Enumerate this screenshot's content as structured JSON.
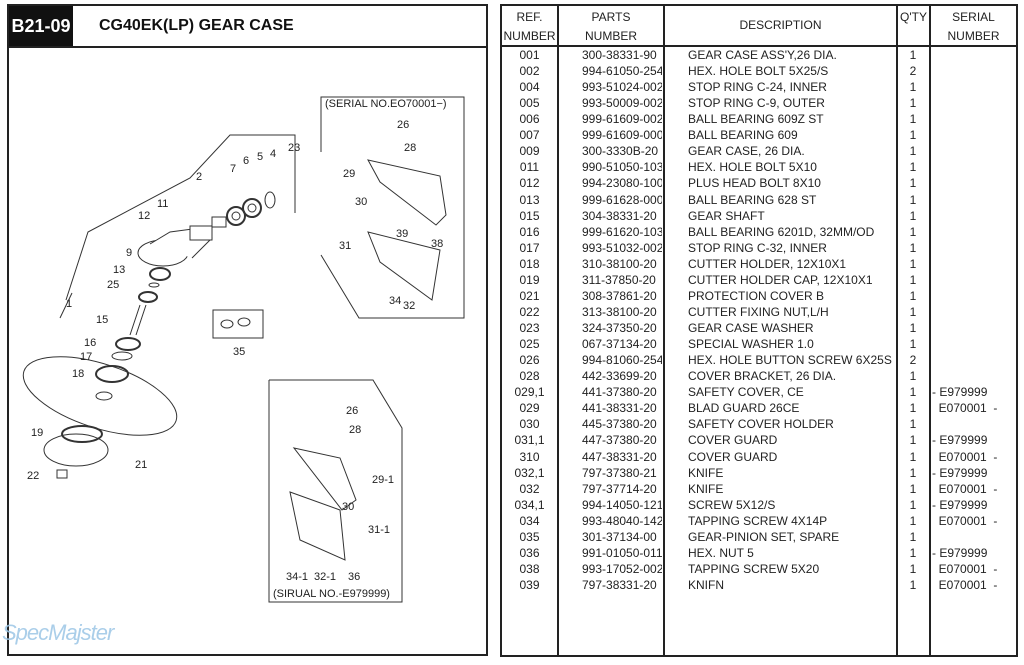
{
  "header": {
    "code": "B21-09",
    "title": "CG40EK(LP)  GEAR CASE"
  },
  "diagram": {
    "upper_box_title": "(SERIAL NO.EO70001−)",
    "lower_box_title": "(SIRUAL NO.-E979999)",
    "callouts": [
      "2",
      "11",
      "12",
      "7",
      "6",
      "5",
      "4",
      "23",
      "9",
      "13",
      "25",
      "1",
      "15",
      "16",
      "17",
      "18",
      "19",
      "21",
      "22",
      "35",
      "26",
      "28",
      "29",
      "30",
      "31",
      "39",
      "38",
      "34",
      "32",
      "26",
      "28",
      "29-1",
      "30",
      "31-1",
      "34-1",
      "32-1",
      "36"
    ]
  },
  "watermark": "SpecMajster",
  "table": {
    "headers": {
      "ref1": "REF.",
      "ref2": "NUMBER",
      "part1": "PARTS",
      "part2": "NUMBER",
      "desc": "DESCRIPTION",
      "qty": "Q'TY",
      "ser1": "SERIAL",
      "ser2": "NUMBER"
    },
    "rows": [
      {
        "ref": "001",
        "part": "300-38331-90",
        "desc": "GEAR CASE ASS'Y,26 DIA.",
        "qty": "1",
        "serial": ""
      },
      {
        "ref": "002",
        "part": "994-61050-254",
        "desc": "HEX. HOLE BOLT 5X25/S",
        "qty": "2",
        "serial": ""
      },
      {
        "ref": "004",
        "part": "993-51024-002",
        "desc": "STOP RING C-24, INNER",
        "qty": "1",
        "serial": ""
      },
      {
        "ref": "005",
        "part": "993-50009-002",
        "desc": "STOP RING C-9, OUTER",
        "qty": "1",
        "serial": ""
      },
      {
        "ref": "006",
        "part": "999-61609-002",
        "desc": "BALL BEARING 609Z ST",
        "qty": "1",
        "serial": ""
      },
      {
        "ref": "007",
        "part": "999-61609-000",
        "desc": "BALL BEARING 609",
        "qty": "1",
        "serial": ""
      },
      {
        "ref": "009",
        "part": "300-3330B-20",
        "desc": "GEAR CASE, 26 DIA.",
        "qty": "1",
        "serial": ""
      },
      {
        "ref": "011",
        "part": "990-51050-103",
        "desc": "HEX. HOLE BOLT 5X10",
        "qty": "1",
        "serial": ""
      },
      {
        "ref": "012",
        "part": "994-23080-100",
        "desc": "PLUS HEAD BOLT 8X10",
        "qty": "1",
        "serial": ""
      },
      {
        "ref": "013",
        "part": "999-61628-000",
        "desc": "BALL BEARING 628 ST",
        "qty": "1",
        "serial": ""
      },
      {
        "ref": "015",
        "part": "304-38331-20",
        "desc": "GEAR SHAFT",
        "qty": "1",
        "serial": ""
      },
      {
        "ref": "016",
        "part": "999-61620-103",
        "desc": "BALL BEARING 6201D, 32MM/OD",
        "qty": "1",
        "serial": ""
      },
      {
        "ref": "017",
        "part": "993-51032-002",
        "desc": "STOP RING C-32, INNER",
        "qty": "1",
        "serial": ""
      },
      {
        "ref": "018",
        "part": "310-38100-20",
        "desc": "CUTTER HOLDER, 12X10X1",
        "qty": "1",
        "serial": ""
      },
      {
        "ref": "019",
        "part": "311-37850-20",
        "desc": "CUTTER HOLDER CAP, 12X10X1",
        "qty": "1",
        "serial": ""
      },
      {
        "ref": "021",
        "part": "308-37861-20",
        "desc": "PROTECTION COVER B",
        "qty": "1",
        "serial": ""
      },
      {
        "ref": "022",
        "part": "313-38100-20",
        "desc": "CUTTER FIXING NUT,L/H",
        "qty": "1",
        "serial": ""
      },
      {
        "ref": "023",
        "part": "324-37350-20",
        "desc": "GEAR CASE WASHER",
        "qty": "1",
        "serial": ""
      },
      {
        "ref": "025",
        "part": "067-37134-20",
        "desc": "SPECIAL WASHER 1.0",
        "qty": "1",
        "serial": ""
      },
      {
        "ref": "026",
        "part": "994-81060-254",
        "desc": "HEX. HOLE BUTTON SCREW 6X25S",
        "qty": "2",
        "serial": ""
      },
      {
        "ref": "028",
        "part": "442-33699-20",
        "desc": "COVER BRACKET, 26 DIA.",
        "qty": "1",
        "serial": ""
      },
      {
        "ref": "029,1",
        "part": "441-37380-20",
        "desc": "SAFETY COVER, CE",
        "qty": "1",
        "serial": "- E979999"
      },
      {
        "ref": "029",
        "part": "441-38331-20",
        "desc": "BLAD GUARD 26CE",
        "qty": "1",
        "serial": "  E070001  -"
      },
      {
        "ref": "030",
        "part": "445-37380-20",
        "desc": "SAFETY COVER HOLDER",
        "qty": "1",
        "serial": ""
      },
      {
        "ref": "031,1",
        "part": "447-37380-20",
        "desc": "COVER GUARD",
        "qty": "1",
        "serial": "- E979999"
      },
      {
        "ref": "310",
        "part": "447-38331-20",
        "desc": "COVER GUARD",
        "qty": "1",
        "serial": "  E070001  -"
      },
      {
        "ref": "032,1",
        "part": "797-37380-21",
        "desc": "KNIFE",
        "qty": "1",
        "serial": "- E979999"
      },
      {
        "ref": "032",
        "part": "797-37714-20",
        "desc": "KNIFE",
        "qty": "1",
        "serial": "  E070001  -"
      },
      {
        "ref": "034,1",
        "part": "994-14050-121",
        "desc": "SCREW 5X12/S",
        "qty": "1",
        "serial": "- E979999"
      },
      {
        "ref": "034",
        "part": "993-48040-142",
        "desc": "TAPPING SCREW 4X14P",
        "qty": "1",
        "serial": "  E070001  -"
      },
      {
        "ref": "035",
        "part": "301-37134-00",
        "desc": "GEAR-PINION SET, SPARE",
        "qty": "1",
        "serial": ""
      },
      {
        "ref": "036",
        "part": "991-01050-011",
        "desc": "HEX. NUT 5",
        "qty": "1",
        "serial": "- E979999"
      },
      {
        "ref": "038",
        "part": "993-17052-002",
        "desc": "TAPPING SCREW 5X20",
        "qty": "1",
        "serial": "  E070001  -"
      },
      {
        "ref": "039",
        "part": "797-38331-20",
        "desc": "KNIFN",
        "qty": "1",
        "serial": "  E070001  -"
      }
    ]
  }
}
